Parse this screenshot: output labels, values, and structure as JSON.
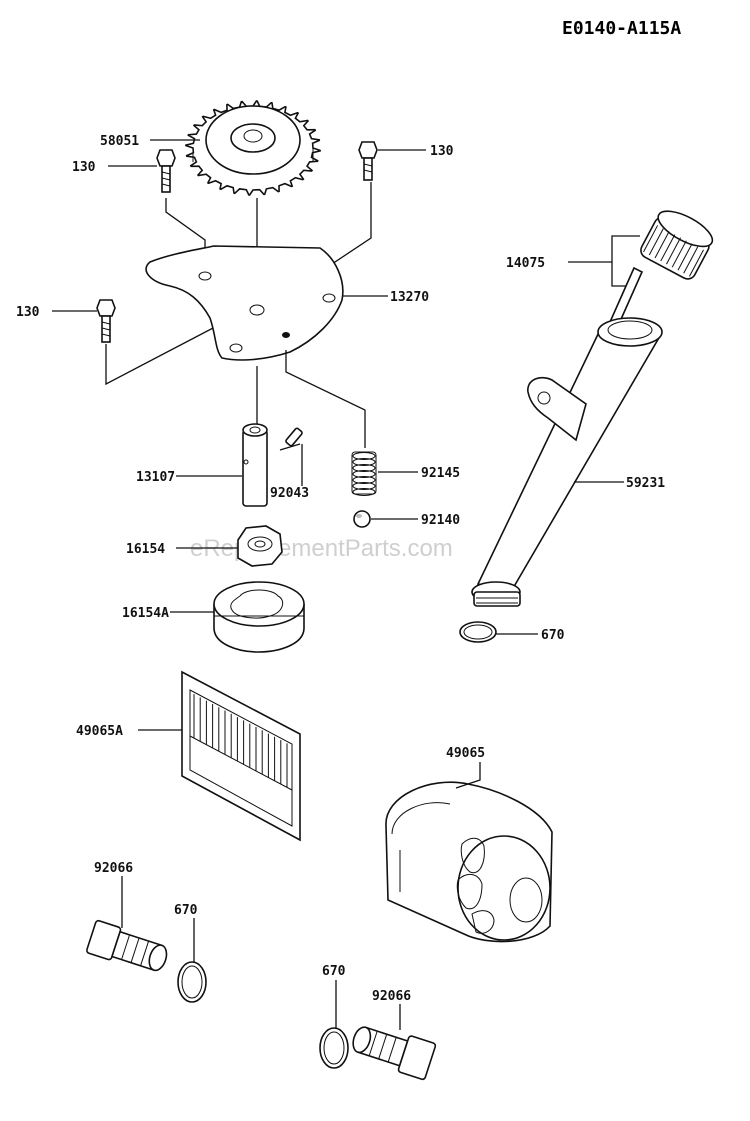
{
  "diagram_code": "E0140-A115A",
  "watermark": "eReplacementParts.com",
  "parts": [
    {
      "id": "p-58051",
      "label": "58051",
      "icon": "gear-icon"
    },
    {
      "id": "p-130-a",
      "label": "130",
      "icon": "bolt-icon"
    },
    {
      "id": "p-130-b",
      "label": "130",
      "icon": "bolt-icon"
    },
    {
      "id": "p-130-c",
      "label": "130",
      "icon": "bolt-icon"
    },
    {
      "id": "p-13270",
      "label": "13270",
      "icon": "cover-plate-icon"
    },
    {
      "id": "p-14075",
      "label": "14075",
      "icon": "dipstick-cap-icon"
    },
    {
      "id": "p-59231",
      "label": "59231",
      "icon": "oil-filler-tube-icon"
    },
    {
      "id": "p-13107",
      "label": "13107",
      "icon": "shaft-icon"
    },
    {
      "id": "p-92043",
      "label": "92043",
      "icon": "pin-icon"
    },
    {
      "id": "p-92145",
      "label": "92145",
      "icon": "spring-icon"
    },
    {
      "id": "p-92140",
      "label": "92140",
      "icon": "ball-icon"
    },
    {
      "id": "p-16154",
      "label": "16154",
      "icon": "inner-rotor-icon"
    },
    {
      "id": "p-16154A",
      "label": "16154A",
      "icon": "outer-rotor-icon"
    },
    {
      "id": "p-670-a",
      "label": "670",
      "icon": "o-ring-icon"
    },
    {
      "id": "p-49065A",
      "label": "49065A",
      "icon": "oil-screen-icon"
    },
    {
      "id": "p-49065",
      "label": "49065",
      "icon": "oil-filter-icon"
    },
    {
      "id": "p-92066-a",
      "label": "92066",
      "icon": "drain-plug-icon"
    },
    {
      "id": "p-670-b",
      "label": "670",
      "icon": "o-ring-icon"
    },
    {
      "id": "p-670-c",
      "label": "670",
      "icon": "o-ring-icon"
    },
    {
      "id": "p-92066-b",
      "label": "92066",
      "icon": "drain-plug-icon"
    }
  ]
}
